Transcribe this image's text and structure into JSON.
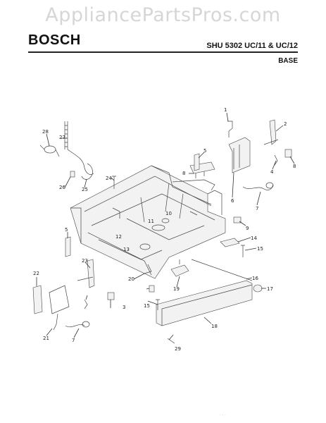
{
  "watermark": "AppliancePartsPros.com",
  "header": {
    "brand": "BOSCH",
    "model": "SHU 5302 UC/11 & UC/12",
    "section": "BASE"
  },
  "callouts": [
    "1",
    "2",
    "3",
    "4",
    "5",
    "5",
    "6",
    "7",
    "7",
    "8",
    "8",
    "9",
    "10",
    "11",
    "12",
    "13",
    "14",
    "15",
    "15",
    "16",
    "17",
    "18",
    "19",
    "20",
    "21",
    "22",
    "23",
    "24",
    "25",
    "26",
    "27",
    "28",
    "29"
  ],
  "footer_mark": "·  ·  ·"
}
